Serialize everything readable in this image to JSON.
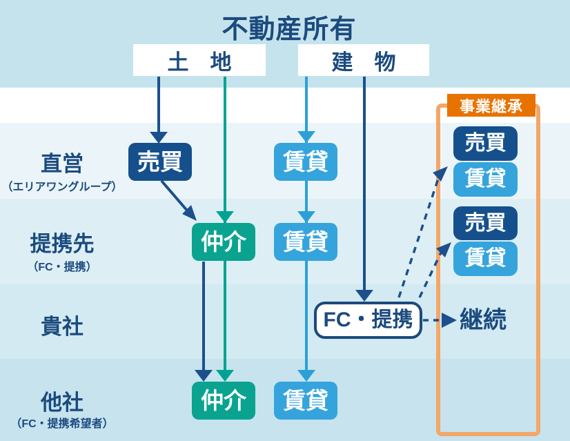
{
  "header": {
    "title": "不動産所有",
    "land": "土　地",
    "building": "建　物"
  },
  "rows": [
    {
      "label": "直営",
      "sub": "（エリアワングループ）"
    },
    {
      "label": "提携先",
      "sub": "（FC・提携）"
    },
    {
      "label": "貴社",
      "sub": ""
    },
    {
      "label": "他社",
      "sub": "（FC・提携希望者）"
    }
  ],
  "nodes": {
    "sale_row1": "売買",
    "rent_row1": "賃貸",
    "broker_row2": "仲介",
    "rent_row2": "賃貸",
    "fc_partner": "FC・提携",
    "continuation": "継続",
    "broker_row4": "仲介",
    "rent_row4": "賃貸"
  },
  "succession": {
    "label": "事業継承",
    "boxes": [
      {
        "sale": "売買",
        "rent": "賃貸"
      },
      {
        "sale": "売買",
        "rent": "賃貸"
      }
    ]
  },
  "colors": {
    "navy_box": "#15508d",
    "navy_line": "#1c4f8c",
    "teal": "#0aa390",
    "teal_line": "#00a391",
    "blue_box": "#35a4dc",
    "blue_line": "#2ba0d7",
    "orange_label": "#e87200",
    "orange_border": "#f3a768",
    "text_navy": "#1b4a7e",
    "band_top": "#c5e3ed",
    "band_row1": "#ebf5f9",
    "band_row2": "#ddeff5",
    "band_row3": "#d3eaf2",
    "band_row4": "#c6e3ee"
  }
}
